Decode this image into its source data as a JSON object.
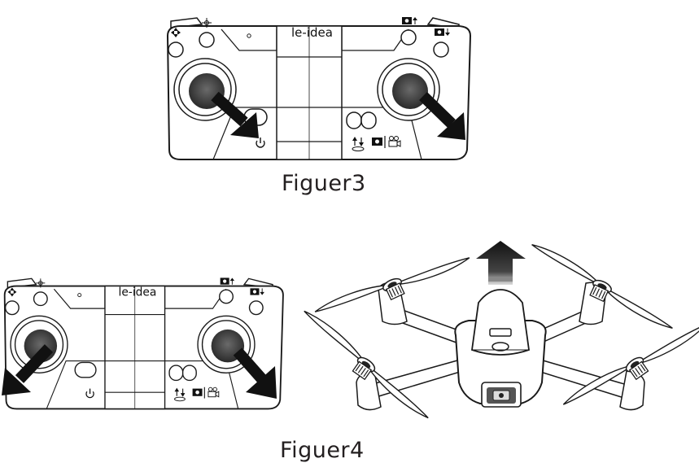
{
  "figures": [
    {
      "caption": "Figuer3",
      "brand": "le-idea"
    },
    {
      "caption": "Figuer4",
      "brand": "le-idea"
    }
  ],
  "colors": {
    "line": "#1a1a1a",
    "fill": "#ffffff",
    "stick": "#3a3a3a",
    "arrow": "#111111"
  },
  "icons": [
    "directional-cross-icon",
    "trim-icon",
    "camera-up-icon",
    "camera-down-icon",
    "power-icon",
    "altitude-icon",
    "photo-icon",
    "video-icon",
    "up-arrow-icon"
  ]
}
